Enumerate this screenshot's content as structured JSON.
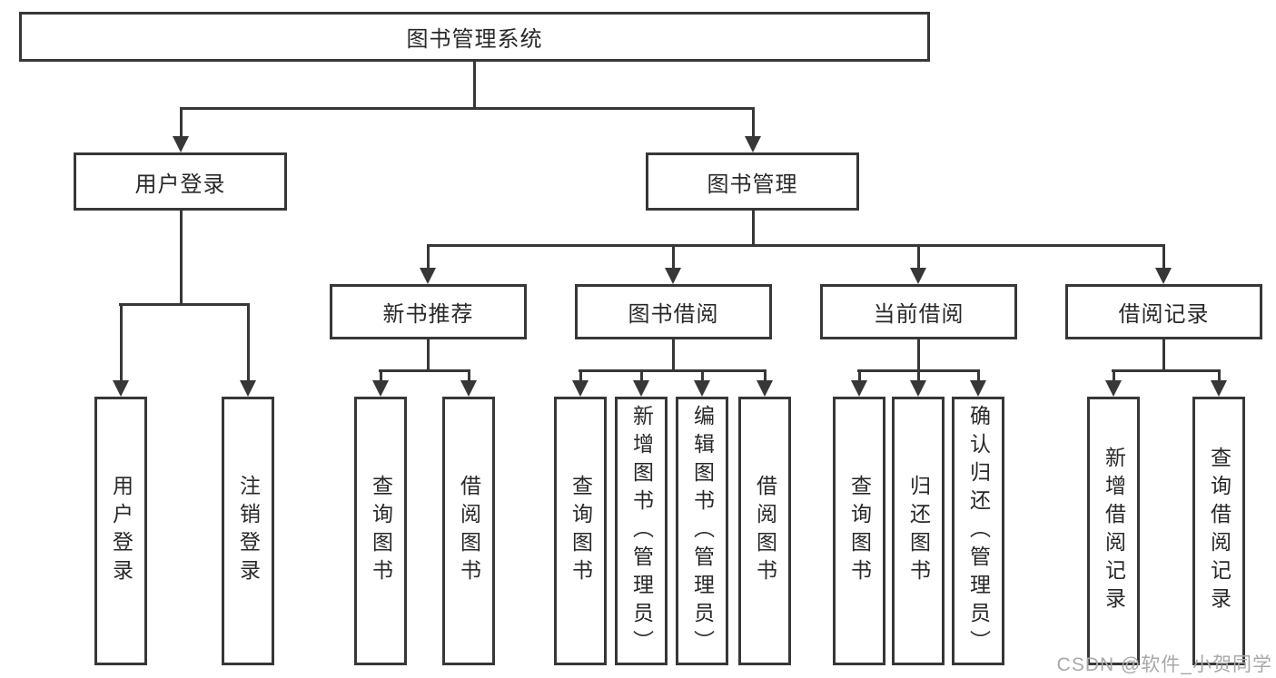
{
  "tree": {
    "root": {
      "label": "图书管理系统"
    },
    "level2": [
      {
        "label": "用户登录",
        "children": [
          {
            "label": "用户登录"
          },
          {
            "label": "注销登录"
          }
        ]
      },
      {
        "label": "图书管理",
        "children": [
          {
            "label": "新书推荐",
            "children": [
              {
                "label": "查询图书"
              },
              {
                "label": "借阅图书"
              }
            ]
          },
          {
            "label": "图书借阅",
            "children": [
              {
                "label": "查询图书"
              },
              {
                "label": "新增图书（管理员）"
              },
              {
                "label": "编辑图书（管理员）"
              },
              {
                "label": "借阅图书"
              }
            ]
          },
          {
            "label": "当前借阅",
            "children": [
              {
                "label": "查询图书"
              },
              {
                "label": "归还图书"
              },
              {
                "label": "确认归还（管理员）"
              }
            ]
          },
          {
            "label": "借阅记录",
            "children": [
              {
                "label": "新增借阅记录"
              },
              {
                "label": "查询借阅记录"
              }
            ]
          }
        ]
      }
    ]
  },
  "watermark": {
    "text": "CSDN @软件_小贺同学"
  },
  "colors": {
    "line": "#373737",
    "text": "#282828",
    "box_background": "#ffffff",
    "watermark": "#a8a8a8",
    "page_background": "#ffffff"
  }
}
